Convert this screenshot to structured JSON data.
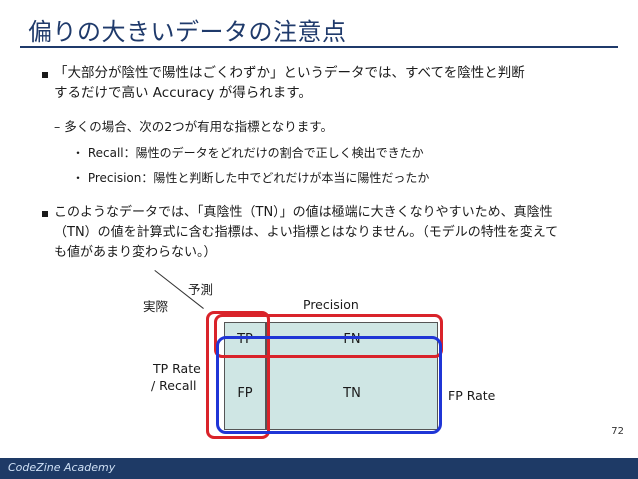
{
  "title": "偏りの大きいデータの注意点",
  "bullet1": {
    "line1": "「大部分が陰性で陽性はごくわずか」というデータでは、すべてを陰性と判断",
    "line2": "するだけで高い Accuracy が得られます。"
  },
  "sub1": "– 多くの場合、次の2つが有用な指標となります。",
  "sub_items": [
    "・ Recall：陽性のデータをどれだけの割合で正しく検出できたか",
    "・ Precision：陽性と判断した中でどれだけが本当に陽性だったか"
  ],
  "bullet2": {
    "line1": "このようなデータでは、「真陰性（TN）」の値は極端に大きくなりやすいため、真陰性",
    "line2": "（TN）の値を計算式に含む指標は、よい指標とはなりません。（モデルの特性を変えて",
    "line3": "も値があまり変わらない。）"
  },
  "diagram": {
    "predicted_label": "予測",
    "actual_label": "実際",
    "precision_label": "Precision",
    "tp_rate_label_1": "TP Rate",
    "tp_rate_label_2": "/ Recall",
    "fp_rate_label": "FP Rate",
    "cells": {
      "tp": "TP",
      "fn": "FN",
      "fp": "FP",
      "tn": "TN"
    },
    "colors": {
      "highlight_red": "#d9232a",
      "highlight_blue": "#1f35d6",
      "cell_fill": "#cfe6e4"
    }
  },
  "page_number": "72",
  "footer": "CodeZine Academy"
}
